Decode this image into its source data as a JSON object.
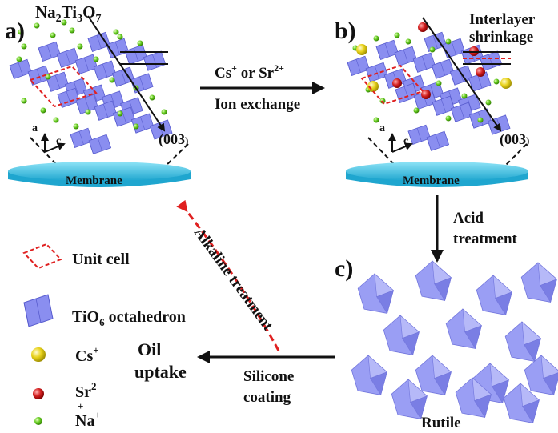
{
  "panels": {
    "a": {
      "letter": "a)",
      "formula_base1": "Na",
      "formula_sub1": "2",
      "formula_base2": "Ti",
      "formula_sub2": "3",
      "formula_base3": "O",
      "formula_sub3": "7",
      "plane": "(003",
      "plane_close": ")",
      "axis_a": "a",
      "axis_c": "c",
      "substrate": "Membrane"
    },
    "b": {
      "letter": "b)",
      "note_line1": "Interlayer",
      "note_line2": "shrinkage",
      "plane": "(003",
      "plane_close": ")",
      "axis_a": "a",
      "axis_c": "c",
      "substrate": "Membrane"
    },
    "c": {
      "letter": "c)",
      "caption": "Rutile"
    }
  },
  "arrows": {
    "ab": {
      "line1_cs": "Cs",
      "line1_cs_sup": "+",
      "line1_or": " or ",
      "line1_sr": "Sr",
      "line1_sr_sup": "2+",
      "line2": "Ion exchange"
    },
    "bc": {
      "line1": "Acid",
      "line2": "treatment"
    },
    "c_oil": {
      "line1": "Silicone",
      "line2": "coating"
    },
    "alkaline": {
      "label": "Alkaline treatment"
    }
  },
  "result": {
    "line1": "Oil",
    "line2": "uptake"
  },
  "legend": {
    "unit_cell": "Unit cell",
    "octa_base": "TiO",
    "octa_sub": "6",
    "octa_rest": " octahedron",
    "cs": "Cs",
    "cs_sup": "+",
    "sr": "Sr",
    "sr_sup": "2",
    "sr_under": "+",
    "na": "Na",
    "na_sup": "+"
  },
  "colors": {
    "octahedron": "#8a8ef0",
    "octahedron_dark": "#6c70d8",
    "cs": "#e8d21a",
    "sr": "#d42020",
    "na": "#66cc22",
    "unit_cell": "#e02020",
    "membrane": "#3cc4e6",
    "alkaline_arrow": "#e02020"
  }
}
